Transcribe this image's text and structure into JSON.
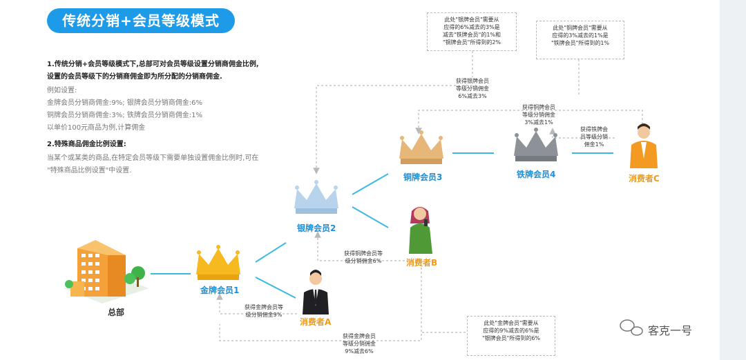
{
  "title": "传统分销+会员等级模式",
  "description": {
    "point1_line1": "1.传统分销+会员等级模式下,总部可对会员等级设置分销商佣金比例,",
    "point1_line2": "设置的会员等级下的分销商佣金即为所分配的分销商佣金.",
    "example_title": "例如设置:",
    "example_line1": "金牌会员分销商佣金:9%;  银牌会员分销商佣金:6%",
    "example_line2": "铜牌会员分销商佣金:3%;  铁牌会员分销商佣金:1%",
    "example_line3": "以单价100元商品为例,计算佣金",
    "point2_title": "2.特殊商品佣金比例设置:",
    "point2_line1": "当某个或某类的商品,在特定会员等级下需要单独设置佣金比例时,可在",
    "point2_line2": "\"特殊商品比例设置\"中设置."
  },
  "nodes": {
    "hq": "总部",
    "gold": "金牌会员1",
    "silver": "银牌会员2",
    "bronze": "铜牌会员3",
    "iron": "铁牌会员4",
    "consumer_a": "消费者A",
    "consumer_b": "消费者B",
    "consumer_c": "消费者C"
  },
  "notes": {
    "gold_from_a": [
      "获得金牌会员等",
      "级分销佣金9%"
    ],
    "silver_from_b": [
      "获得铜牌会员等",
      "级分销佣金6%"
    ],
    "gold_bottom": [
      "获得金牌会员",
      "等级分销佣金",
      "9%减去6%"
    ],
    "silver_top": [
      "获得银牌会员",
      "等级分销佣金",
      "6%减去3%"
    ],
    "bronze_top": [
      "获得铜牌会员",
      "等级分销佣金",
      "3%减去1%"
    ],
    "iron_from_c": [
      "获得铁牌会",
      "员等级分销",
      "佣金1%"
    ],
    "box_top_left": [
      "此处\"银牌会员\"需要从",
      "应得的6%减去的3%是",
      "减去\"铁牌会员\"的1%和",
      "\"铜牌会员\"所得到的2%"
    ],
    "box_top_right": [
      "此处\"铜牌会员\"需要从",
      "应得的3%减去的1%是",
      "\"铁牌会员\"所得到的1%"
    ],
    "box_bottom": [
      "此处\"金牌会员\"需要从",
      "应得的9%减去的6%是",
      "\"银牌会员\"所得到的6%"
    ]
  },
  "watermark": "客克一号",
  "colors": {
    "accent": "#1e9be8",
    "member_label": "#1b8fd8",
    "consumer_label": "#f29a12",
    "connector": "#3ab9e0",
    "dashed": "#b9b9b9"
  }
}
